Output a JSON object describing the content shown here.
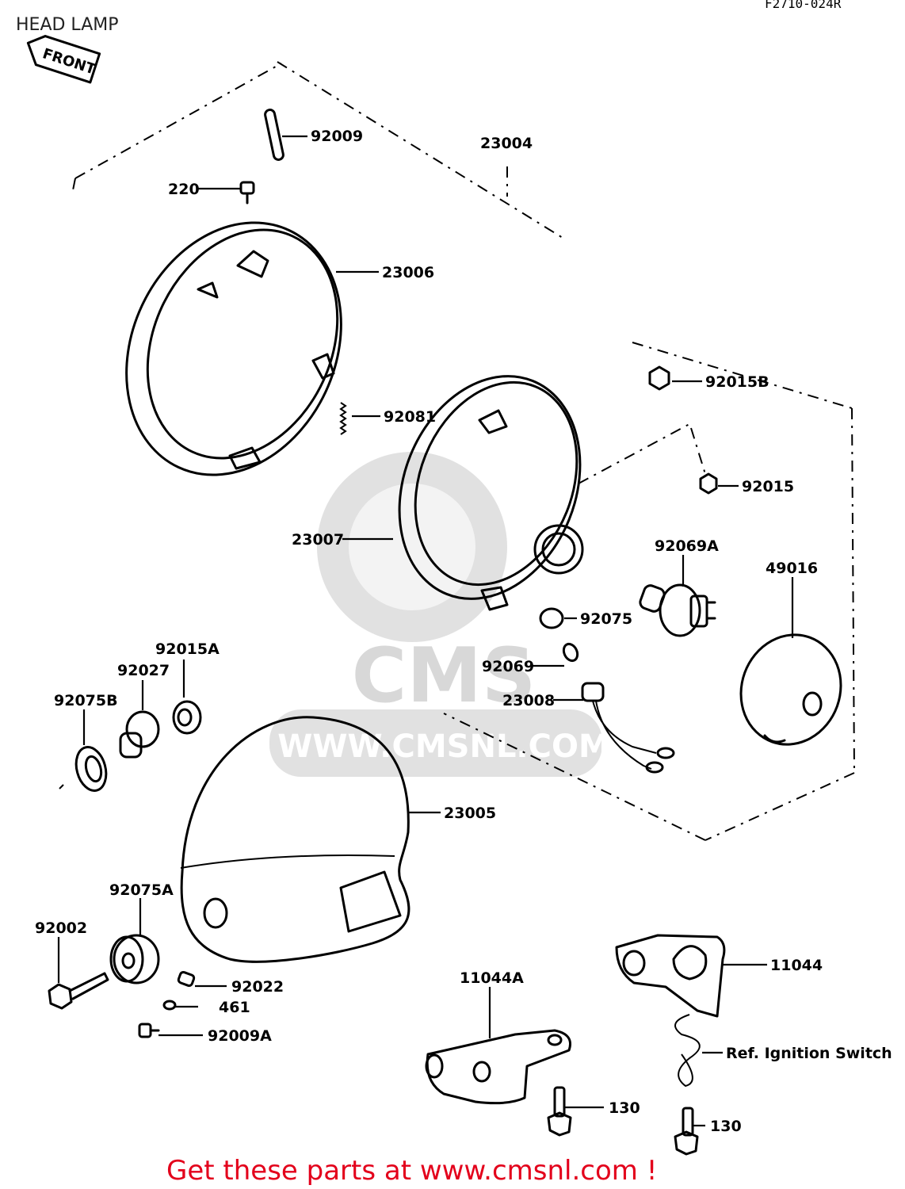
{
  "header": {
    "title": "HEAD LAMP",
    "figure_code": "F2710-024R"
  },
  "front_tag": "FRONT",
  "watermark": {
    "brand": "CMS",
    "url": "WWW.CMSNL.COM"
  },
  "parts": {
    "p92009": "92009",
    "p23004": "23004",
    "p220": "220",
    "p23006": "23006",
    "p92015B": "92015B",
    "p92081": "92081",
    "p92015": "92015",
    "p23007": "23007",
    "p92069A": "92069A",
    "p49016": "49016",
    "p92075": "92075",
    "p92015A": "92015A",
    "p92027": "92027",
    "p92069": "92069",
    "p92075B": "92075B",
    "p23008": "23008",
    "p23005": "23005",
    "p92075A": "92075A",
    "p92002": "92002",
    "p11044": "11044",
    "p11044A": "11044A",
    "p92022": "92022",
    "p461": "461",
    "p92009A": "92009A",
    "pRef": "Ref. Ignition Switch",
    "p130a": "130",
    "p130b": "130"
  },
  "footer": {
    "cta": "Get these parts at www.cmsnl.com !"
  },
  "colors": {
    "ink": "#000000",
    "cta": "#e3001b",
    "watermark": "#c8c8c8"
  }
}
